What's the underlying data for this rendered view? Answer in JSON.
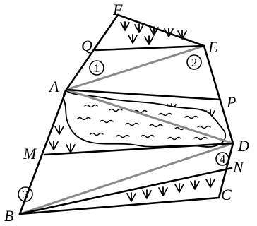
{
  "labels": {
    "F": "F",
    "Q": "Q",
    "E": "E",
    "A": "A",
    "P": "P",
    "M": "M",
    "D": "D",
    "N": "N",
    "B": "B",
    "C": "C"
  },
  "regions": {
    "r1": "1",
    "r2": "2",
    "r3": "3",
    "r4": "4"
  }
}
